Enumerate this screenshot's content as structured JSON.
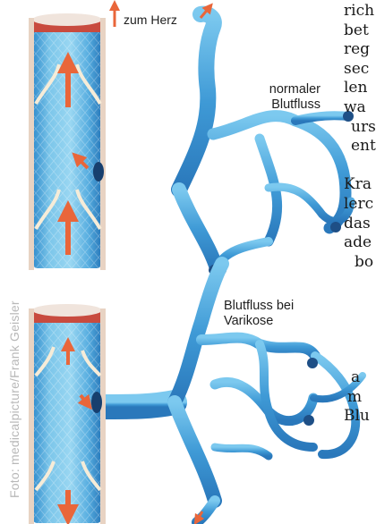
{
  "credit": "Foto: medicalpicture/Frank Geisler",
  "labels": {
    "top": "zum Herz",
    "normal_line1": "normaler",
    "normal_line2": "Blutfluss",
    "varix_line1": "Blutfluss bei",
    "varix_line2": "Varikose"
  },
  "side_text": [
    {
      "text": "rich"
    },
    {
      "text": "bet"
    },
    {
      "text": "reg"
    },
    {
      "text": "sec"
    },
    {
      "text": "len"
    },
    {
      "text": "wa"
    },
    {
      "text": "urs"
    },
    {
      "text": "ent"
    },
    {
      "text": ""
    },
    {
      "text": "Kra"
    },
    {
      "text": "lerc"
    },
    {
      "text": "das"
    },
    {
      "text": "ade"
    },
    {
      "text": "bo"
    },
    {
      "text": ""
    },
    {
      "text": ""
    },
    {
      "text": ""
    },
    {
      "text": ""
    },
    {
      "text": ""
    },
    {
      "text": "a"
    },
    {
      "text": "m"
    },
    {
      "text": "Blu"
    }
  ],
  "colors": {
    "vein_light": "#8fd3f0",
    "vein_mid": "#4aa7db",
    "vein_dark": "#2b7bbd",
    "wall_red": "#c84b3f",
    "arrow_orange": "#e9663a"
  }
}
